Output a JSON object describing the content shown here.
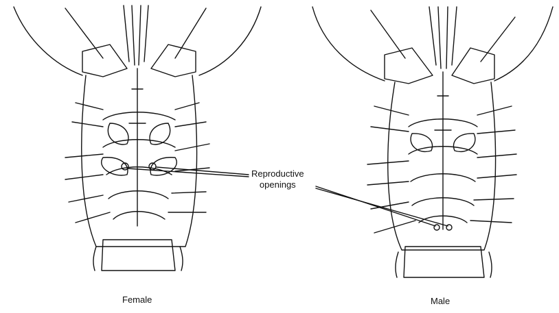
{
  "labels": {
    "female": "Female",
    "male": "Male",
    "reproductive_line1": "Reproductive",
    "reproductive_line2": "openings"
  },
  "colors": {
    "ink": "#111111",
    "background": "#ffffff"
  }
}
